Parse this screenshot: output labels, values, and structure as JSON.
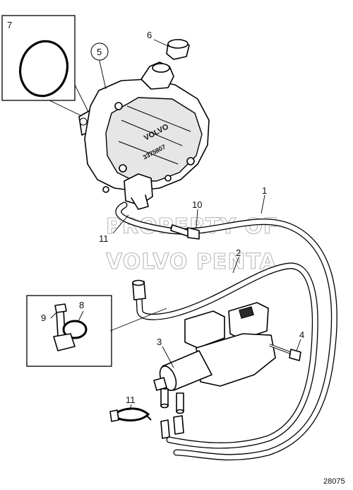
{
  "callouts": {
    "c1": "1",
    "c2": "2",
    "c3": "3",
    "c4": "4",
    "c5": "5",
    "c6": "6",
    "c7": "7",
    "c8": "8",
    "c9": "9",
    "c10": "10",
    "c11a": "11",
    "c11b": "11"
  },
  "pump_marking": {
    "brand": "VOLVO",
    "part_no": "3375807"
  },
  "watermark": {
    "line1": "PROPERTY OF",
    "line2": "VOLVO PENTA"
  },
  "figure_number": "28075"
}
